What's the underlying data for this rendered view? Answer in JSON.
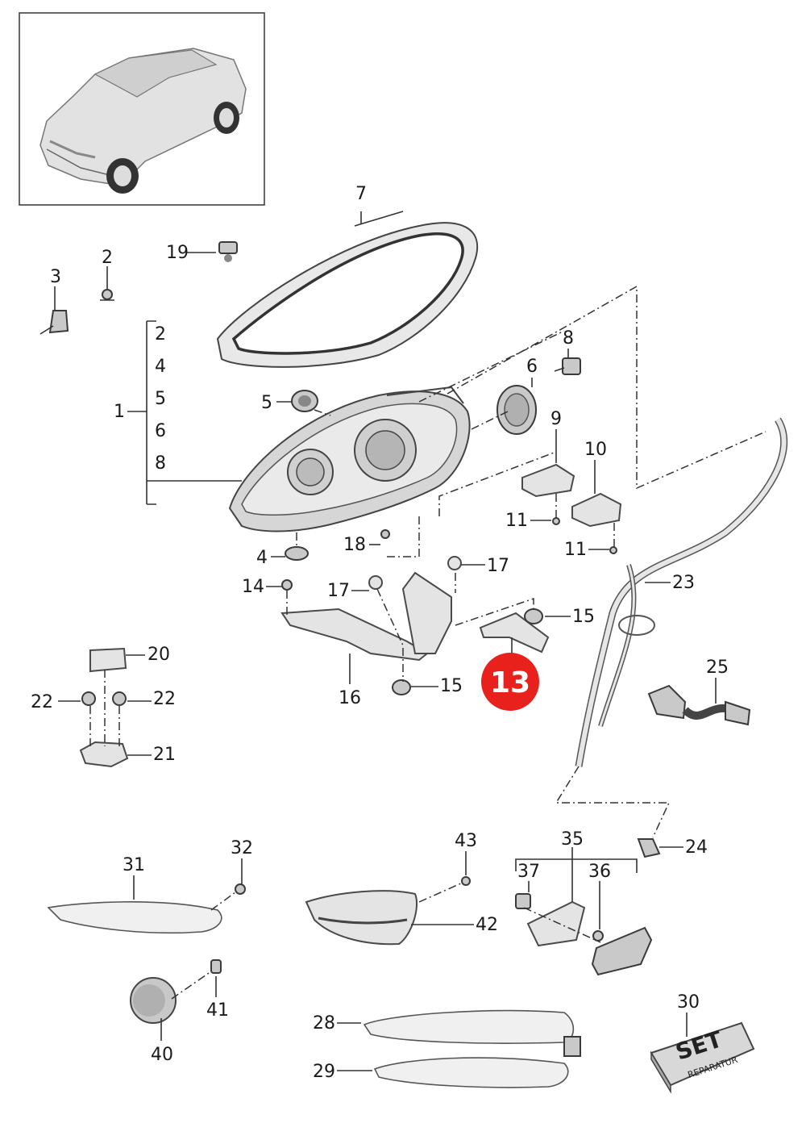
{
  "callouts": {
    "c1": "1",
    "c2a": "2",
    "c2b": "2",
    "c3": "3",
    "c4a": "4",
    "c4b": "4",
    "c5a": "5",
    "c5b": "5",
    "c6a": "6",
    "c6b": "6",
    "c7": "7",
    "c8a": "8",
    "c8b": "8",
    "c9": "9",
    "c10": "10",
    "c11a": "11",
    "c11b": "11",
    "c13": "13",
    "c14": "14",
    "c15a": "15",
    "c15b": "15",
    "c16": "16",
    "c17a": "17",
    "c17b": "17",
    "c18": "18",
    "c19": "19",
    "c20": "20",
    "c21": "21",
    "c22a": "22",
    "c22b": "22",
    "c23": "23",
    "c24": "24",
    "c25": "25",
    "c28": "28",
    "c29": "29",
    "c30": "30",
    "c31": "31",
    "c32": "32",
    "c35": "35",
    "c36": "36",
    "c37": "37",
    "c40": "40",
    "c41": "41",
    "c42": "42",
    "c43": "43"
  },
  "repair_set": {
    "line1": "SET",
    "line2": "REPARATUR"
  },
  "highlight": {
    "color": "#e8211c"
  }
}
